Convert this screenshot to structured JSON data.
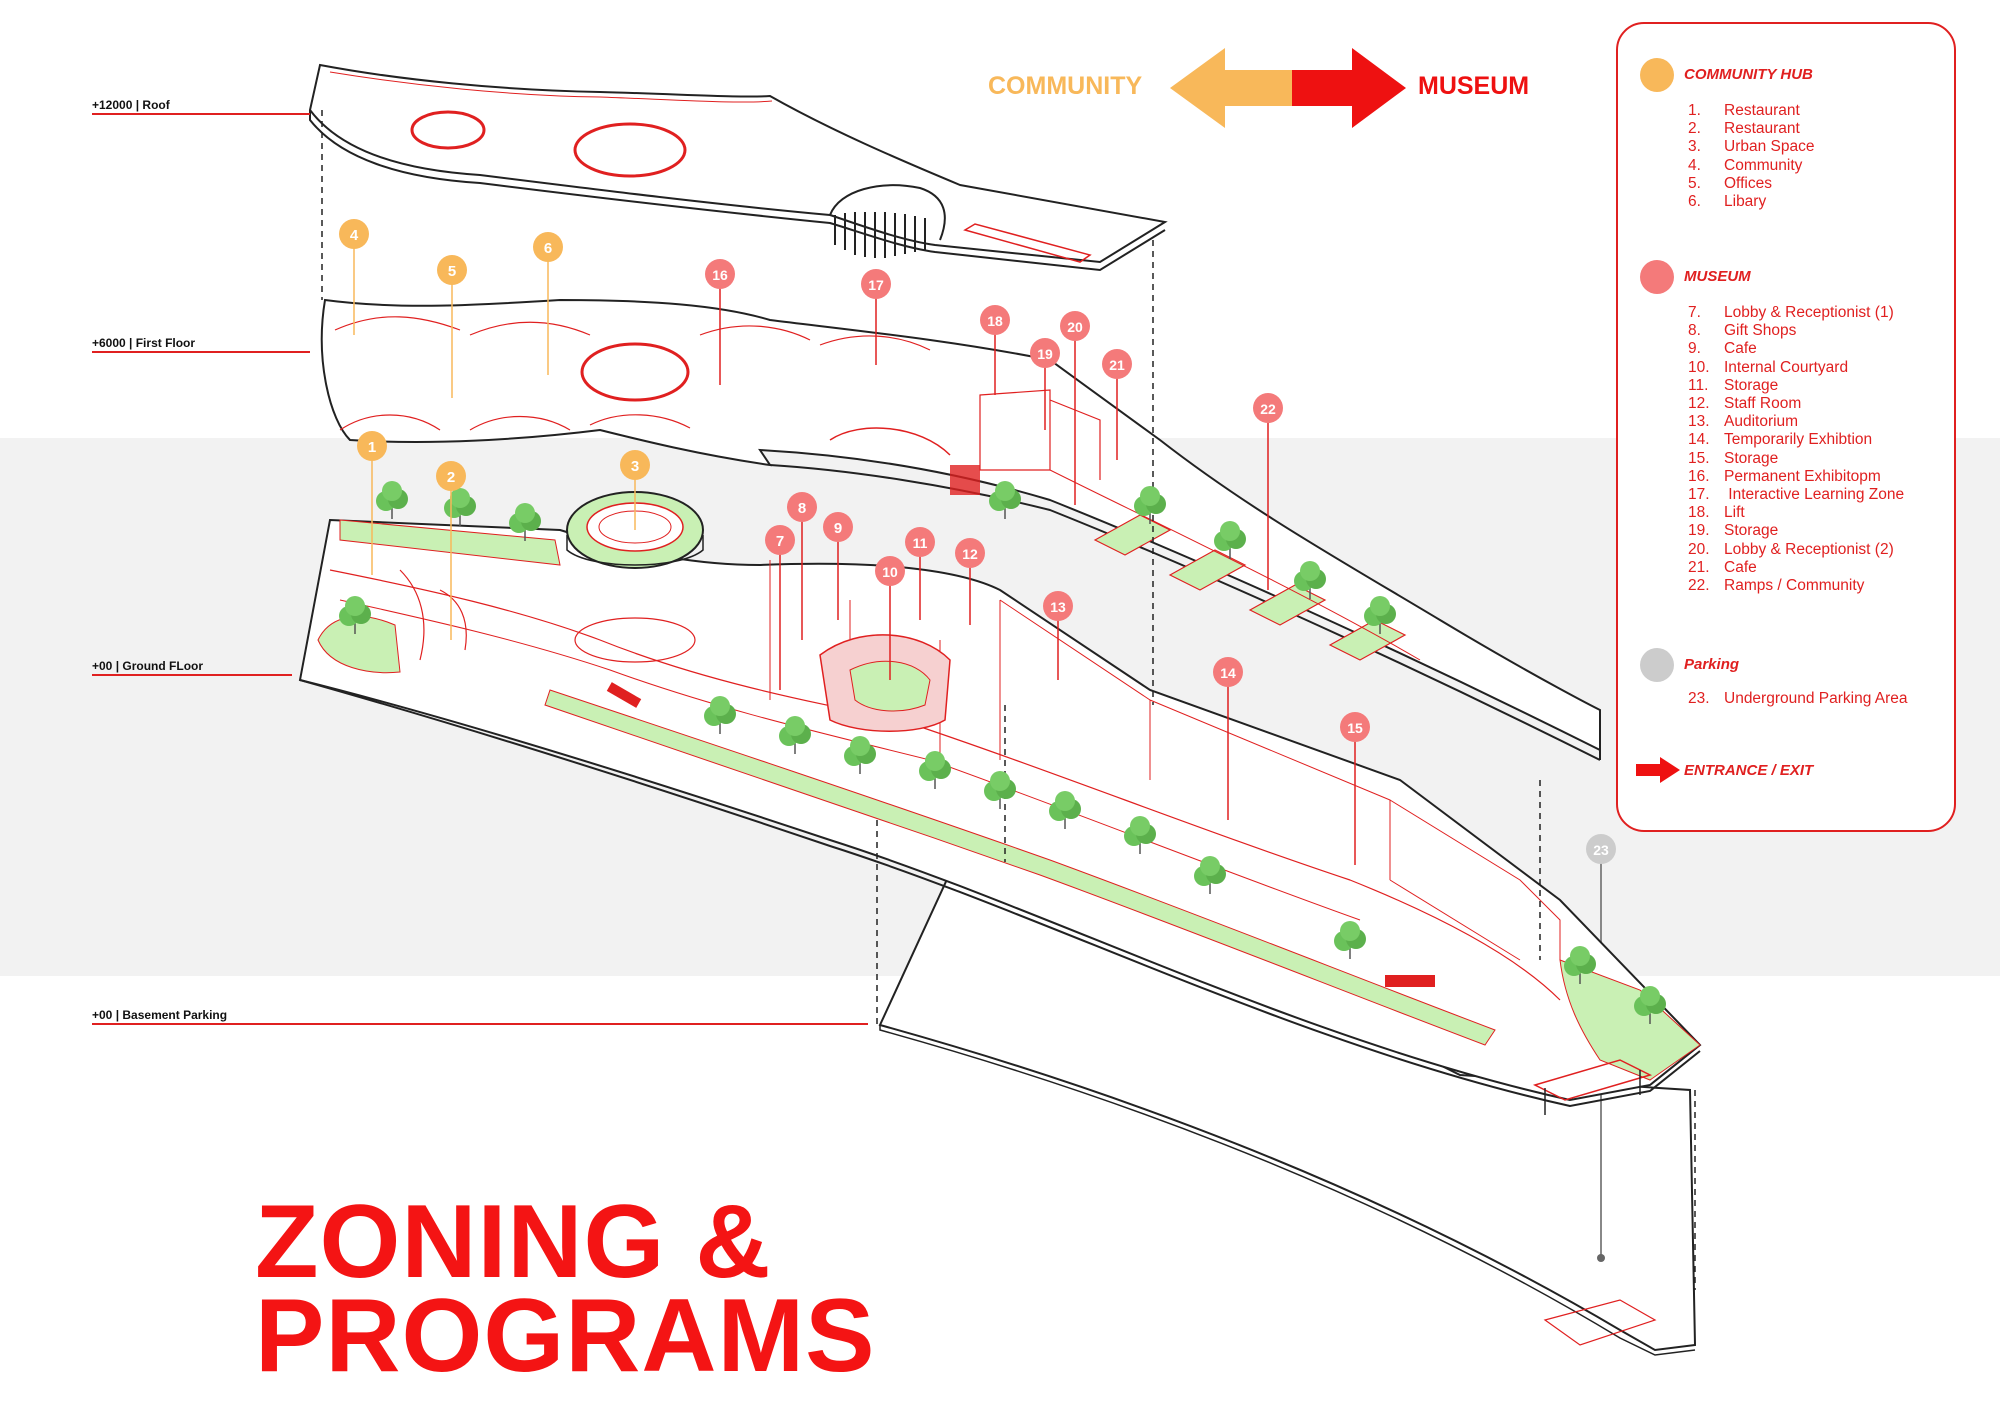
{
  "levels": [
    {
      "label": "+12000 | Roof"
    },
    {
      "label": "+6000 | First Floor"
    },
    {
      "label": "+00 | Ground FLoor"
    },
    {
      "label": "+00 | Basement Parking"
    }
  ],
  "direction": {
    "left_label": "COMMUNITY",
    "right_label": "MUSEUM"
  },
  "legend": {
    "community": {
      "heading": "COMMUNITY HUB",
      "items": [
        {
          "num": "1.",
          "label": "Restaurant"
        },
        {
          "num": "2.",
          "label": "Restaurant"
        },
        {
          "num": "3.",
          "label": "Urban Space"
        },
        {
          "num": "4.",
          "label": "Community"
        },
        {
          "num": "5.",
          "label": "Offices"
        },
        {
          "num": "6.",
          "label": "Libary"
        }
      ]
    },
    "museum": {
      "heading": "MUSEUM",
      "items": [
        {
          "num": "7.",
          "label": "Lobby & Receptionist (1)"
        },
        {
          "num": "8.",
          "label": "Gift Shops"
        },
        {
          "num": "9.",
          "label": "Cafe"
        },
        {
          "num": "10.",
          "label": "Internal Courtyard"
        },
        {
          "num": "11.",
          "label": "Storage"
        },
        {
          "num": "12.",
          "label": "Staff Room"
        },
        {
          "num": "13.",
          "label": "Auditorium"
        },
        {
          "num": "14.",
          "label": "Temporarily Exhibtion"
        },
        {
          "num": "15.",
          "label": "Storage"
        },
        {
          "num": "16.",
          "label": "Permanent Exhibitopm"
        },
        {
          "num": "17.",
          "label": " Interactive Learning Zone"
        },
        {
          "num": "18.",
          "label": "Lift"
        },
        {
          "num": "19.",
          "label": "Storage"
        },
        {
          "num": "20.",
          "label": "Lobby & Receptionist (2)"
        },
        {
          "num": "21.",
          "label": "Cafe"
        },
        {
          "num": "22.",
          "label": "Ramps / Community"
        }
      ]
    },
    "parking": {
      "heading": "Parking",
      "items": [
        {
          "num": "23.",
          "label": "Underground Parking Area"
        }
      ]
    },
    "entrance": {
      "label": "ENTRANCE / EXIT"
    }
  },
  "markers": [
    "1",
    "2",
    "3",
    "4",
    "5",
    "6",
    "7",
    "8",
    "9",
    "10",
    "11",
    "12",
    "13",
    "14",
    "15",
    "16",
    "17",
    "18",
    "19",
    "20",
    "21",
    "22",
    "23"
  ],
  "title": {
    "line1": "ZONING &",
    "line2": "PROGRAMS"
  },
  "colors": {
    "community": "#f8b85a",
    "museum": "#f47a7a",
    "parking": "#cccccc",
    "accent": "#e02020",
    "green": "#c9f0b4",
    "tree": "#6ac25a"
  }
}
